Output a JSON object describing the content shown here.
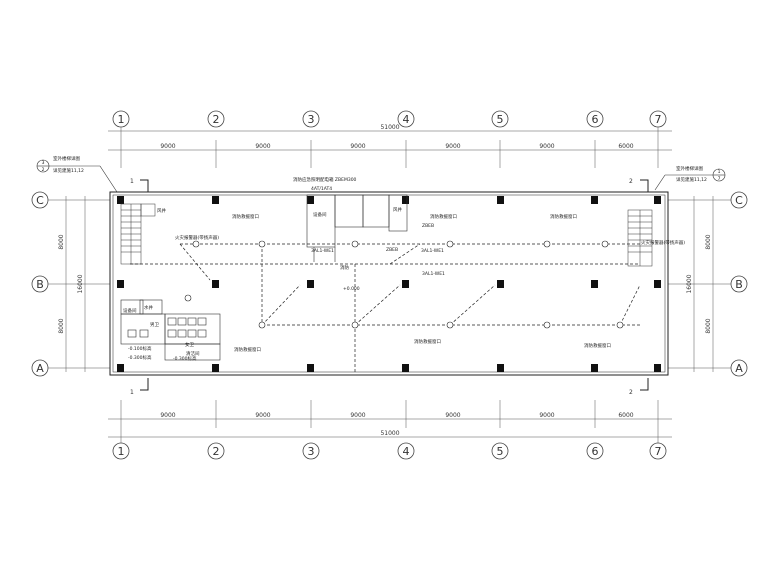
{
  "grid": {
    "columns": [
      "1",
      "2",
      "3",
      "4",
      "5",
      "6",
      "7"
    ],
    "rows": [
      "C",
      "B",
      "A"
    ]
  },
  "dimensions": {
    "spans": [
      "9000",
      "9000",
      "9000",
      "9000",
      "9000",
      "6000"
    ],
    "total_width": "51000",
    "row_spans": [
      "8000",
      "8000"
    ],
    "total_depth": "16000"
  },
  "section_marks": {
    "left": "1",
    "right": "2"
  },
  "callouts": {
    "left_index": "3",
    "left_detail": "2",
    "left_text_1": "室外楼梯详图",
    "left_text_2": "详见建施11,12",
    "right_index": "1",
    "right_detail": "7",
    "right_text_1": "室外楼梯详图",
    "right_text_2": "详见建施11,12"
  },
  "rooms": {
    "equipment_room": "设备间",
    "fan_room": "风井",
    "fan_room_right": "风井",
    "equipment_room_2": "设备间",
    "water_well": "水井",
    "male_wc": "男卫",
    "female_wc": "女卫",
    "cleaning": "清洁间",
    "gap": "消防"
  },
  "labels": {
    "fire_window": "消防救援窗口",
    "smoke_detector": "火灾报警器(带扬声器)",
    "panel_top": "消防应急照明配电箱 ZBEM300",
    "panel_sub": "4AT/1AT4",
    "panel_id_1": "3AL1-WE1",
    "panel_id_2": "3AL1-WE1",
    "panel_id_3": "3AL1-WE1",
    "level_mark": "+0.000",
    "elev_left": "-0.100标高",
    "elev_left_2": "-0.300标高",
    "elev_right": "-0.300标高",
    "box_a": "ZBEB",
    "box_b": "ZBEB"
  }
}
